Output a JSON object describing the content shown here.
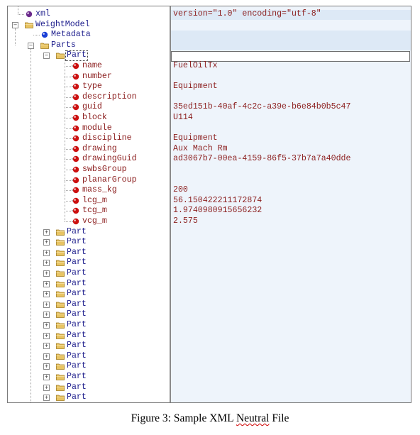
{
  "root_items": [
    {
      "id": "xml",
      "label": "xml",
      "icon": "purple-sphere-icon",
      "depth": 0,
      "expander": null,
      "value": "version=\"1.0\" encoding=\"utf-8\""
    },
    {
      "id": "weightmodel",
      "label": "WeightModel",
      "icon": "folder-icon",
      "depth": 0,
      "expander": "-",
      "value": ""
    },
    {
      "id": "metadata",
      "label": "Metadata",
      "icon": "blue-sphere-icon",
      "depth": 1,
      "expander": null,
      "value": ""
    },
    {
      "id": "parts",
      "label": "Parts",
      "icon": "folder-icon",
      "depth": 1,
      "expander": "-",
      "value": ""
    },
    {
      "id": "part-open",
      "label": "Part",
      "icon": "folder-icon",
      "depth": 2,
      "expander": "-",
      "value": "",
      "selected": true
    }
  ],
  "attributes": [
    {
      "label": "name",
      "value": "FuelOilTx"
    },
    {
      "label": "number",
      "value": ""
    },
    {
      "label": "type",
      "value": "Equipment"
    },
    {
      "label": "description",
      "value": ""
    },
    {
      "label": "guid",
      "value": "35ed151b-40af-4c2c-a39e-b6e84b0b5c47"
    },
    {
      "label": "block",
      "value": "U114"
    },
    {
      "label": "module",
      "value": ""
    },
    {
      "label": "discipline",
      "value": "Equipment"
    },
    {
      "label": "drawing",
      "value": "Aux Mach Rm"
    },
    {
      "label": "drawingGuid",
      "value": "ad3067b7-00ea-4159-86f5-37b7a7a40dde"
    },
    {
      "label": "swbsGroup",
      "value": ""
    },
    {
      "label": "planarGroup",
      "value": ""
    },
    {
      "label": "mass_kg",
      "value": "200"
    },
    {
      "label": "lcg_m",
      "value": "56.150422211172874"
    },
    {
      "label": "tcg_m",
      "value": "1.9740980915656232"
    },
    {
      "label": "vcg_m",
      "value": "2.575"
    }
  ],
  "collapsed_parts": [
    "Part",
    "Part",
    "Part",
    "Part",
    "Part",
    "Part",
    "Part",
    "Part",
    "Part",
    "Part",
    "Part",
    "Part",
    "Part",
    "Part",
    "Part",
    "Part",
    "Part"
  ],
  "caption": {
    "prefix": "Figure 3: Sample XML ",
    "misspelled": "Neutral",
    "suffix": " File"
  },
  "colors": {
    "element_text": "#1d1d8c",
    "attribute_text": "#8c1f1f",
    "value_pane_bg": "#eef4fb",
    "folder": "#e8c463",
    "attribute_icon": "#cc1111",
    "metadata_icon": "#1a3fd6",
    "xml_icon": "#6b2a8c"
  }
}
